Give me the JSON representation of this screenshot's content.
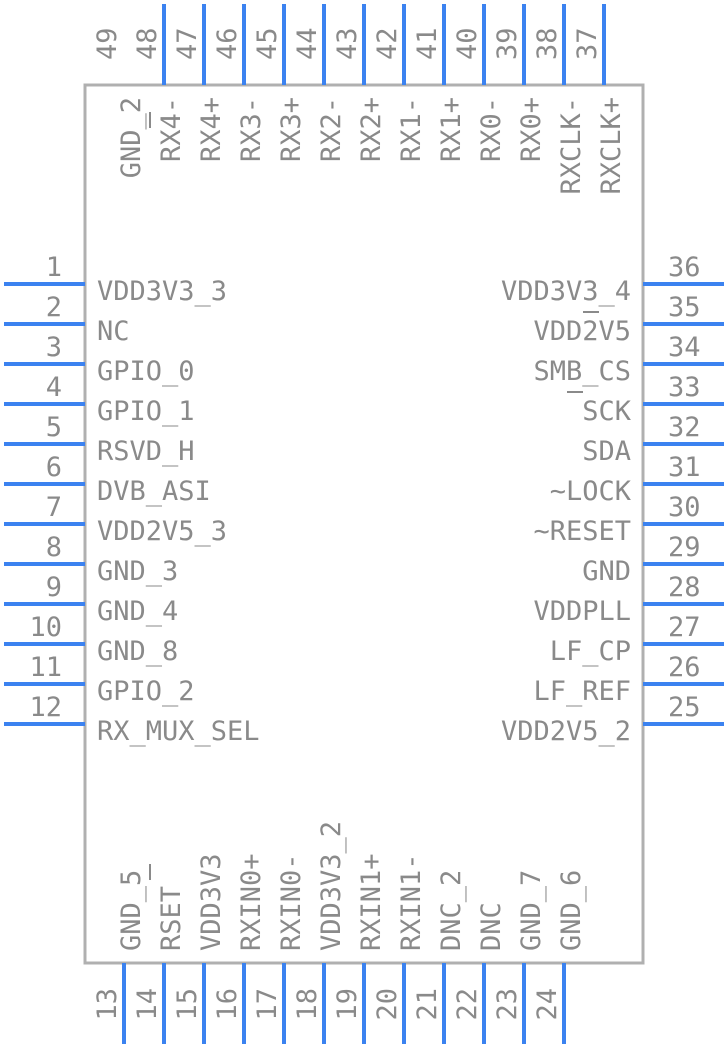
{
  "left_pins": [
    {
      "num": "1",
      "name": "VDD3V3_3"
    },
    {
      "num": "2",
      "name": "NC"
    },
    {
      "num": "3",
      "name": "GPIO_0"
    },
    {
      "num": "4",
      "name": "GPIO_1"
    },
    {
      "num": "5",
      "name": "RSVD_H"
    },
    {
      "num": "6",
      "name": "DVB_ASI"
    },
    {
      "num": "7",
      "name": "VDD2V5_3"
    },
    {
      "num": "8",
      "name": "GND_3"
    },
    {
      "num": "9",
      "name": "GND_4"
    },
    {
      "num": "10",
      "name": "GND_8"
    },
    {
      "num": "11",
      "name": "GPIO_2"
    },
    {
      "num": "12",
      "name": "RX_MUX_SEL"
    }
  ],
  "right_pins": [
    {
      "num": "36",
      "name": "VDD3V3_4"
    },
    {
      "num": "35",
      "name": "VDD2V5"
    },
    {
      "num": "34",
      "name": "SMB_CS"
    },
    {
      "num": "33",
      "name": "SCK"
    },
    {
      "num": "32",
      "name": "SDA"
    },
    {
      "num": "31",
      "name": "~LOCK"
    },
    {
      "num": "30",
      "name": "~RESET"
    },
    {
      "num": "29",
      "name": "GND"
    },
    {
      "num": "28",
      "name": "VDDPLL"
    },
    {
      "num": "27",
      "name": "LF_CP"
    },
    {
      "num": "26",
      "name": "LF_REF"
    },
    {
      "num": "25",
      "name": "VDD2V5_2"
    }
  ],
  "top_pins": [
    {
      "num": "49",
      "name": "GND_2"
    },
    {
      "num": "48",
      "name": "RX4-"
    },
    {
      "num": "47",
      "name": "RX4+"
    },
    {
      "num": "46",
      "name": "RX3-"
    },
    {
      "num": "45",
      "name": "RX3+"
    },
    {
      "num": "44",
      "name": "RX2-"
    },
    {
      "num": "43",
      "name": "RX2+"
    },
    {
      "num": "42",
      "name": "RX1-"
    },
    {
      "num": "41",
      "name": "RX1+"
    },
    {
      "num": "40",
      "name": "RX0-"
    },
    {
      "num": "39",
      "name": "RX0+"
    },
    {
      "num": "38",
      "name": "RXCLK-"
    },
    {
      "num": "37",
      "name": "RXCLK+"
    }
  ],
  "bottom_pins": [
    {
      "num": "13",
      "name": "GND_5"
    },
    {
      "num": "14",
      "name": "RSET"
    },
    {
      "num": "15",
      "name": "VDD3V3"
    },
    {
      "num": "16",
      "name": "RXIN0+"
    },
    {
      "num": "17",
      "name": "RXIN0-"
    },
    {
      "num": "18",
      "name": "VDD3V3_2"
    },
    {
      "num": "19",
      "name": "RXIN1+"
    },
    {
      "num": "20",
      "name": "RXIN1-"
    },
    {
      "num": "21",
      "name": "DNC_2"
    },
    {
      "num": "22",
      "name": "DNC"
    },
    {
      "num": "23",
      "name": "GND_7"
    },
    {
      "num": "24",
      "name": "GND_6"
    }
  ]
}
